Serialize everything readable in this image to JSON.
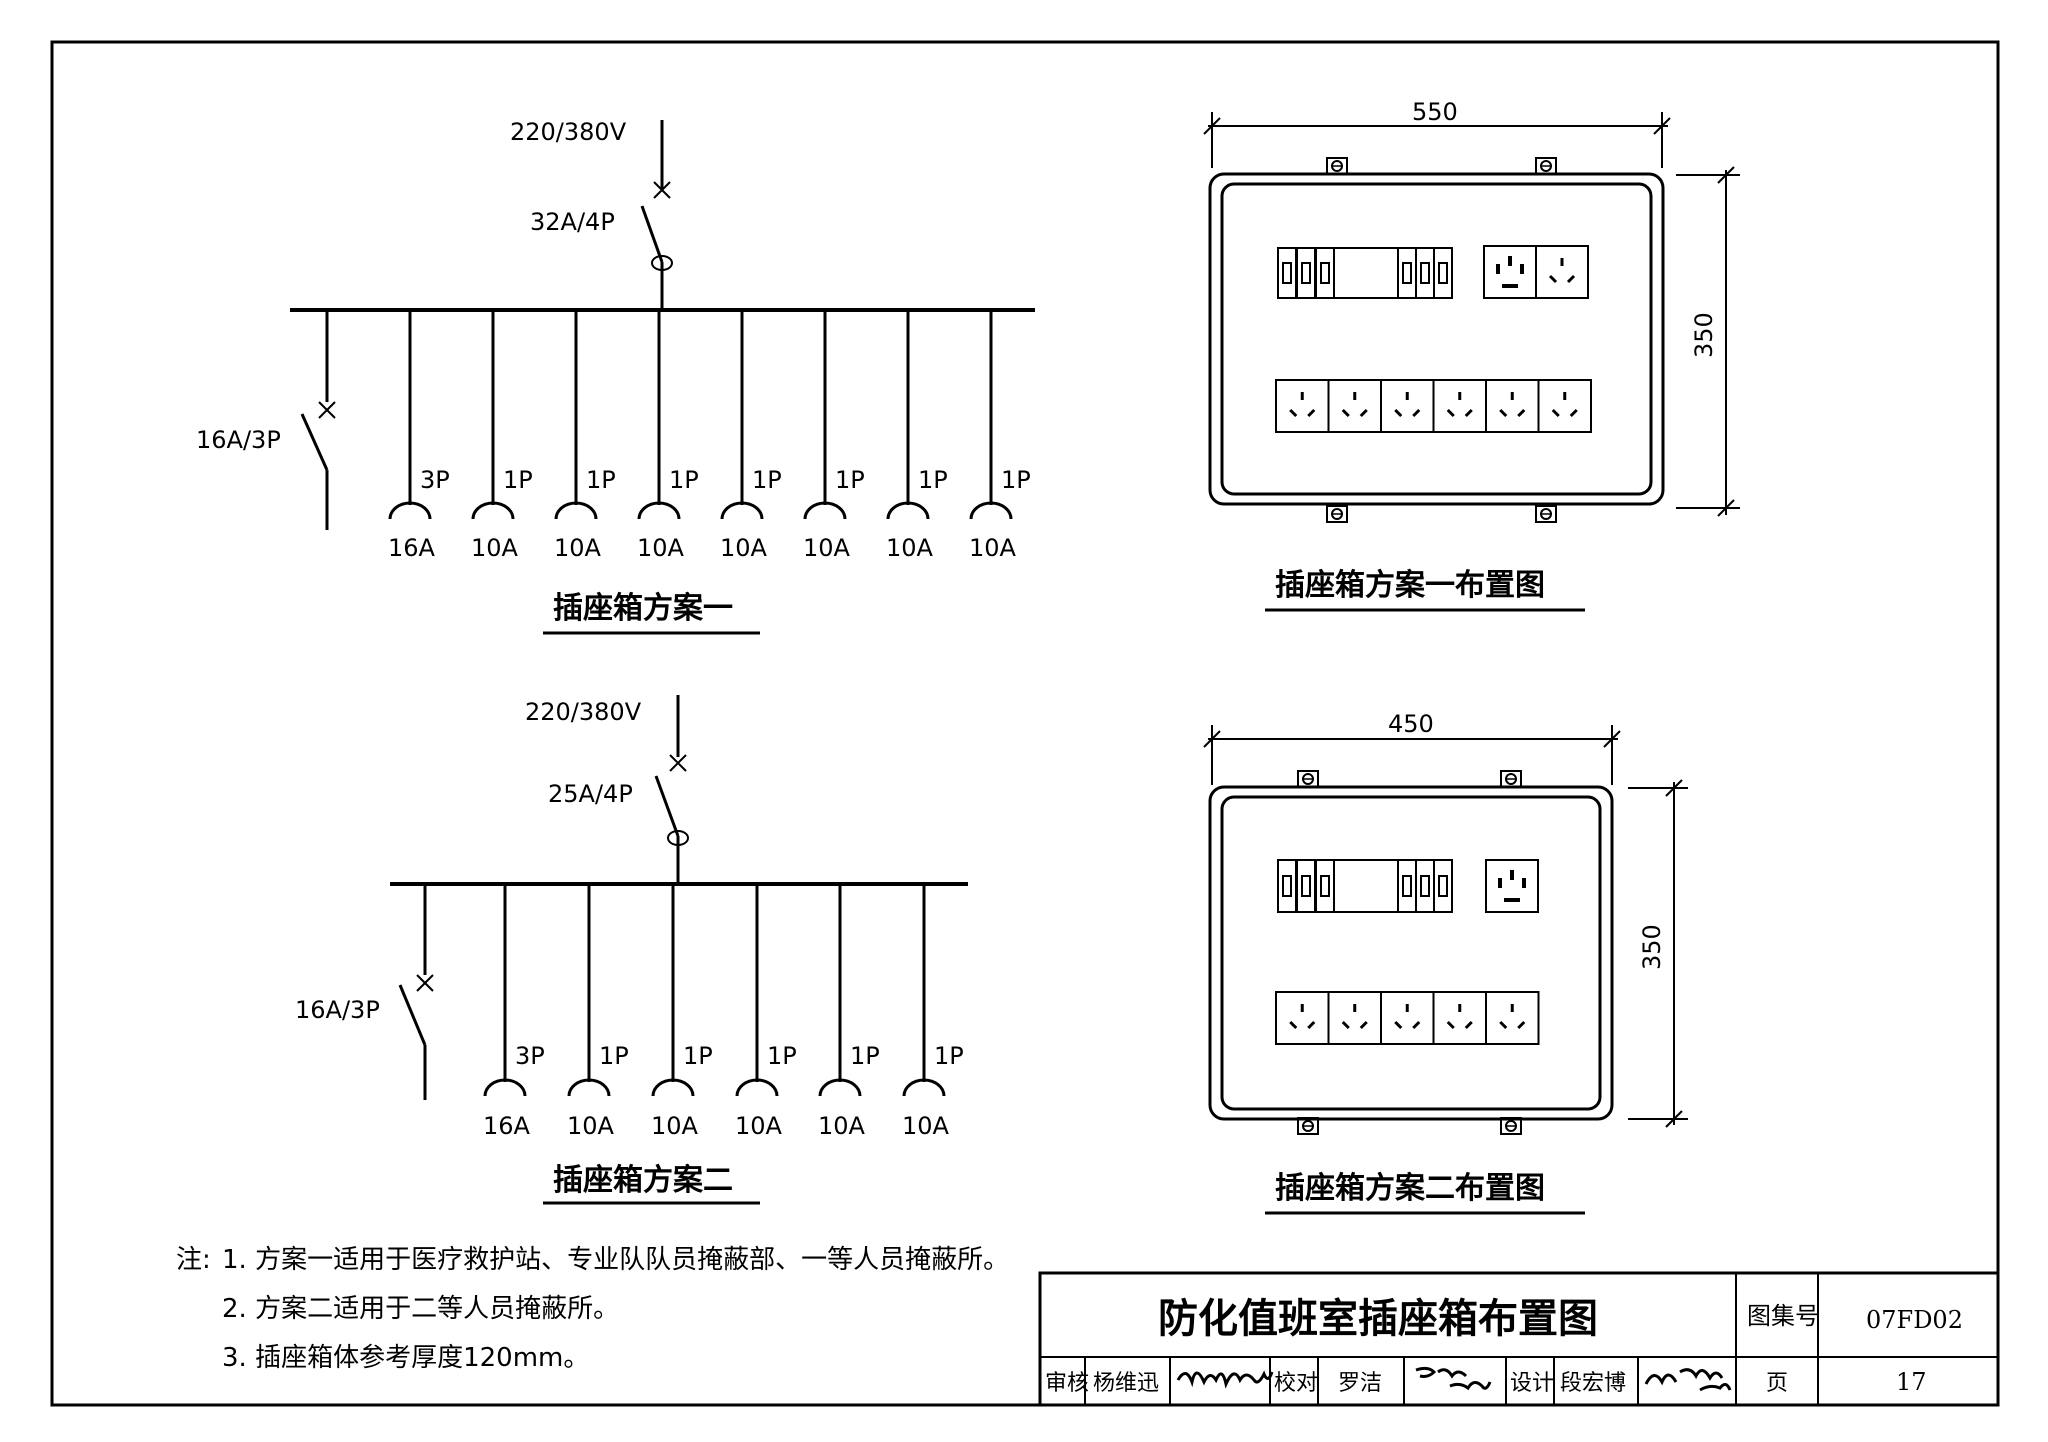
{
  "scheme1": {
    "voltage": "220/380V",
    "main_breaker": "32A/4P",
    "side_breaker": "16A/3P",
    "outlets": [
      {
        "poles": "3P",
        "rating": "16A"
      },
      {
        "poles": "1P",
        "rating": "10A"
      },
      {
        "poles": "1P",
        "rating": "10A"
      },
      {
        "poles": "1P",
        "rating": "10A"
      },
      {
        "poles": "1P",
        "rating": "10A"
      },
      {
        "poles": "1P",
        "rating": "10A"
      },
      {
        "poles": "1P",
        "rating": "10A"
      },
      {
        "poles": "1P",
        "rating": "10A"
      }
    ],
    "title": "插座箱方案一"
  },
  "scheme2": {
    "voltage": "220/380V",
    "main_breaker": "25A/4P",
    "side_breaker": "16A/3P",
    "outlets": [
      {
        "poles": "3P",
        "rating": "16A"
      },
      {
        "poles": "1P",
        "rating": "10A"
      },
      {
        "poles": "1P",
        "rating": "10A"
      },
      {
        "poles": "1P",
        "rating": "10A"
      },
      {
        "poles": "1P",
        "rating": "10A"
      },
      {
        "poles": "1P",
        "rating": "10A"
      }
    ],
    "title": "插座箱方案二"
  },
  "layout1": {
    "width_dim": "550",
    "height_dim": "350",
    "title": "插座箱方案一布置图",
    "top_sockets": 2,
    "bottom_sockets": 6
  },
  "layout2": {
    "width_dim": "450",
    "height_dim": "350",
    "title": "插座箱方案二布置图",
    "top_sockets": 1,
    "bottom_sockets": 5
  },
  "notes": {
    "prefix": "注:",
    "items": [
      "1. 方案一适用于医疗救护站、专业队队员掩蔽部、一等人员掩蔽所。",
      "2. 方案二适用于二等人员掩蔽所。",
      "3. 插座箱体参考厚度120mm。"
    ]
  },
  "title_block": {
    "drawing_title": "防化值班室插座箱布置图",
    "atlas_label": "图集号",
    "atlas_no": "07FD02",
    "review_label": "审核",
    "reviewer": "杨维迅",
    "check_label": "校对",
    "checker": "罗洁",
    "design_label": "设计",
    "designer": "段宏博",
    "page_label": "页",
    "page_no": "17"
  }
}
